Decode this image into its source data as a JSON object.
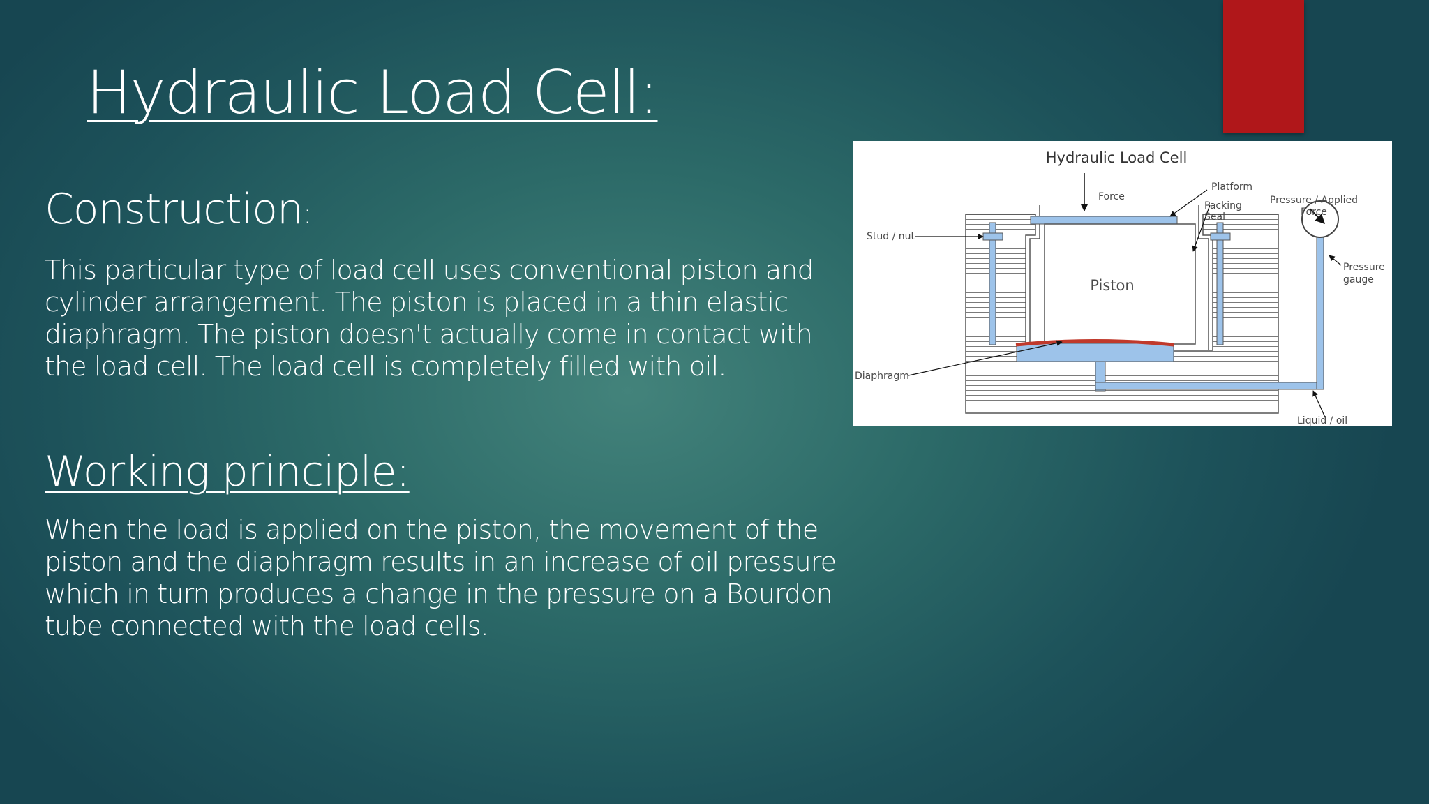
{
  "slide": {
    "title": "Hydraulic Load Cell:",
    "construction": {
      "heading": "Construction",
      "colon": ":",
      "text": " This particular type of load cell uses conventional piston and cylinder arrangement. The piston is placed in a thin elastic diaphragm. The piston doesn't actually come in contact with the load cell. The load cell is completely filled with oil."
    },
    "working": {
      "heading": "Working principle:",
      "text": "When the load is applied on the piston, the movement of the piston and the diaphragm results in an increase of oil pressure which in turn produces a change in the pressure on a Bourdon tube connected with the load cells."
    },
    "colors": {
      "background": "#2c6a68",
      "accent_bar": "#b0171a",
      "diagram_blue": "#9dc3ea",
      "diaphragm_red": "#c0392b"
    }
  },
  "diagram": {
    "title": "Hydraulic Load Cell",
    "labels": {
      "force": "Force",
      "platform": "Platform",
      "packing": "Packing",
      "seal": "Seal",
      "pressure_applied": "Pressure / Applied",
      "force2": "Force",
      "stud_nut": "Stud / nut",
      "piston": "Piston",
      "pressure": "Pressure",
      "gauge": "gauge",
      "diaphragm": "Diaphragm",
      "liquid_oil": "Liquid / oil"
    }
  }
}
